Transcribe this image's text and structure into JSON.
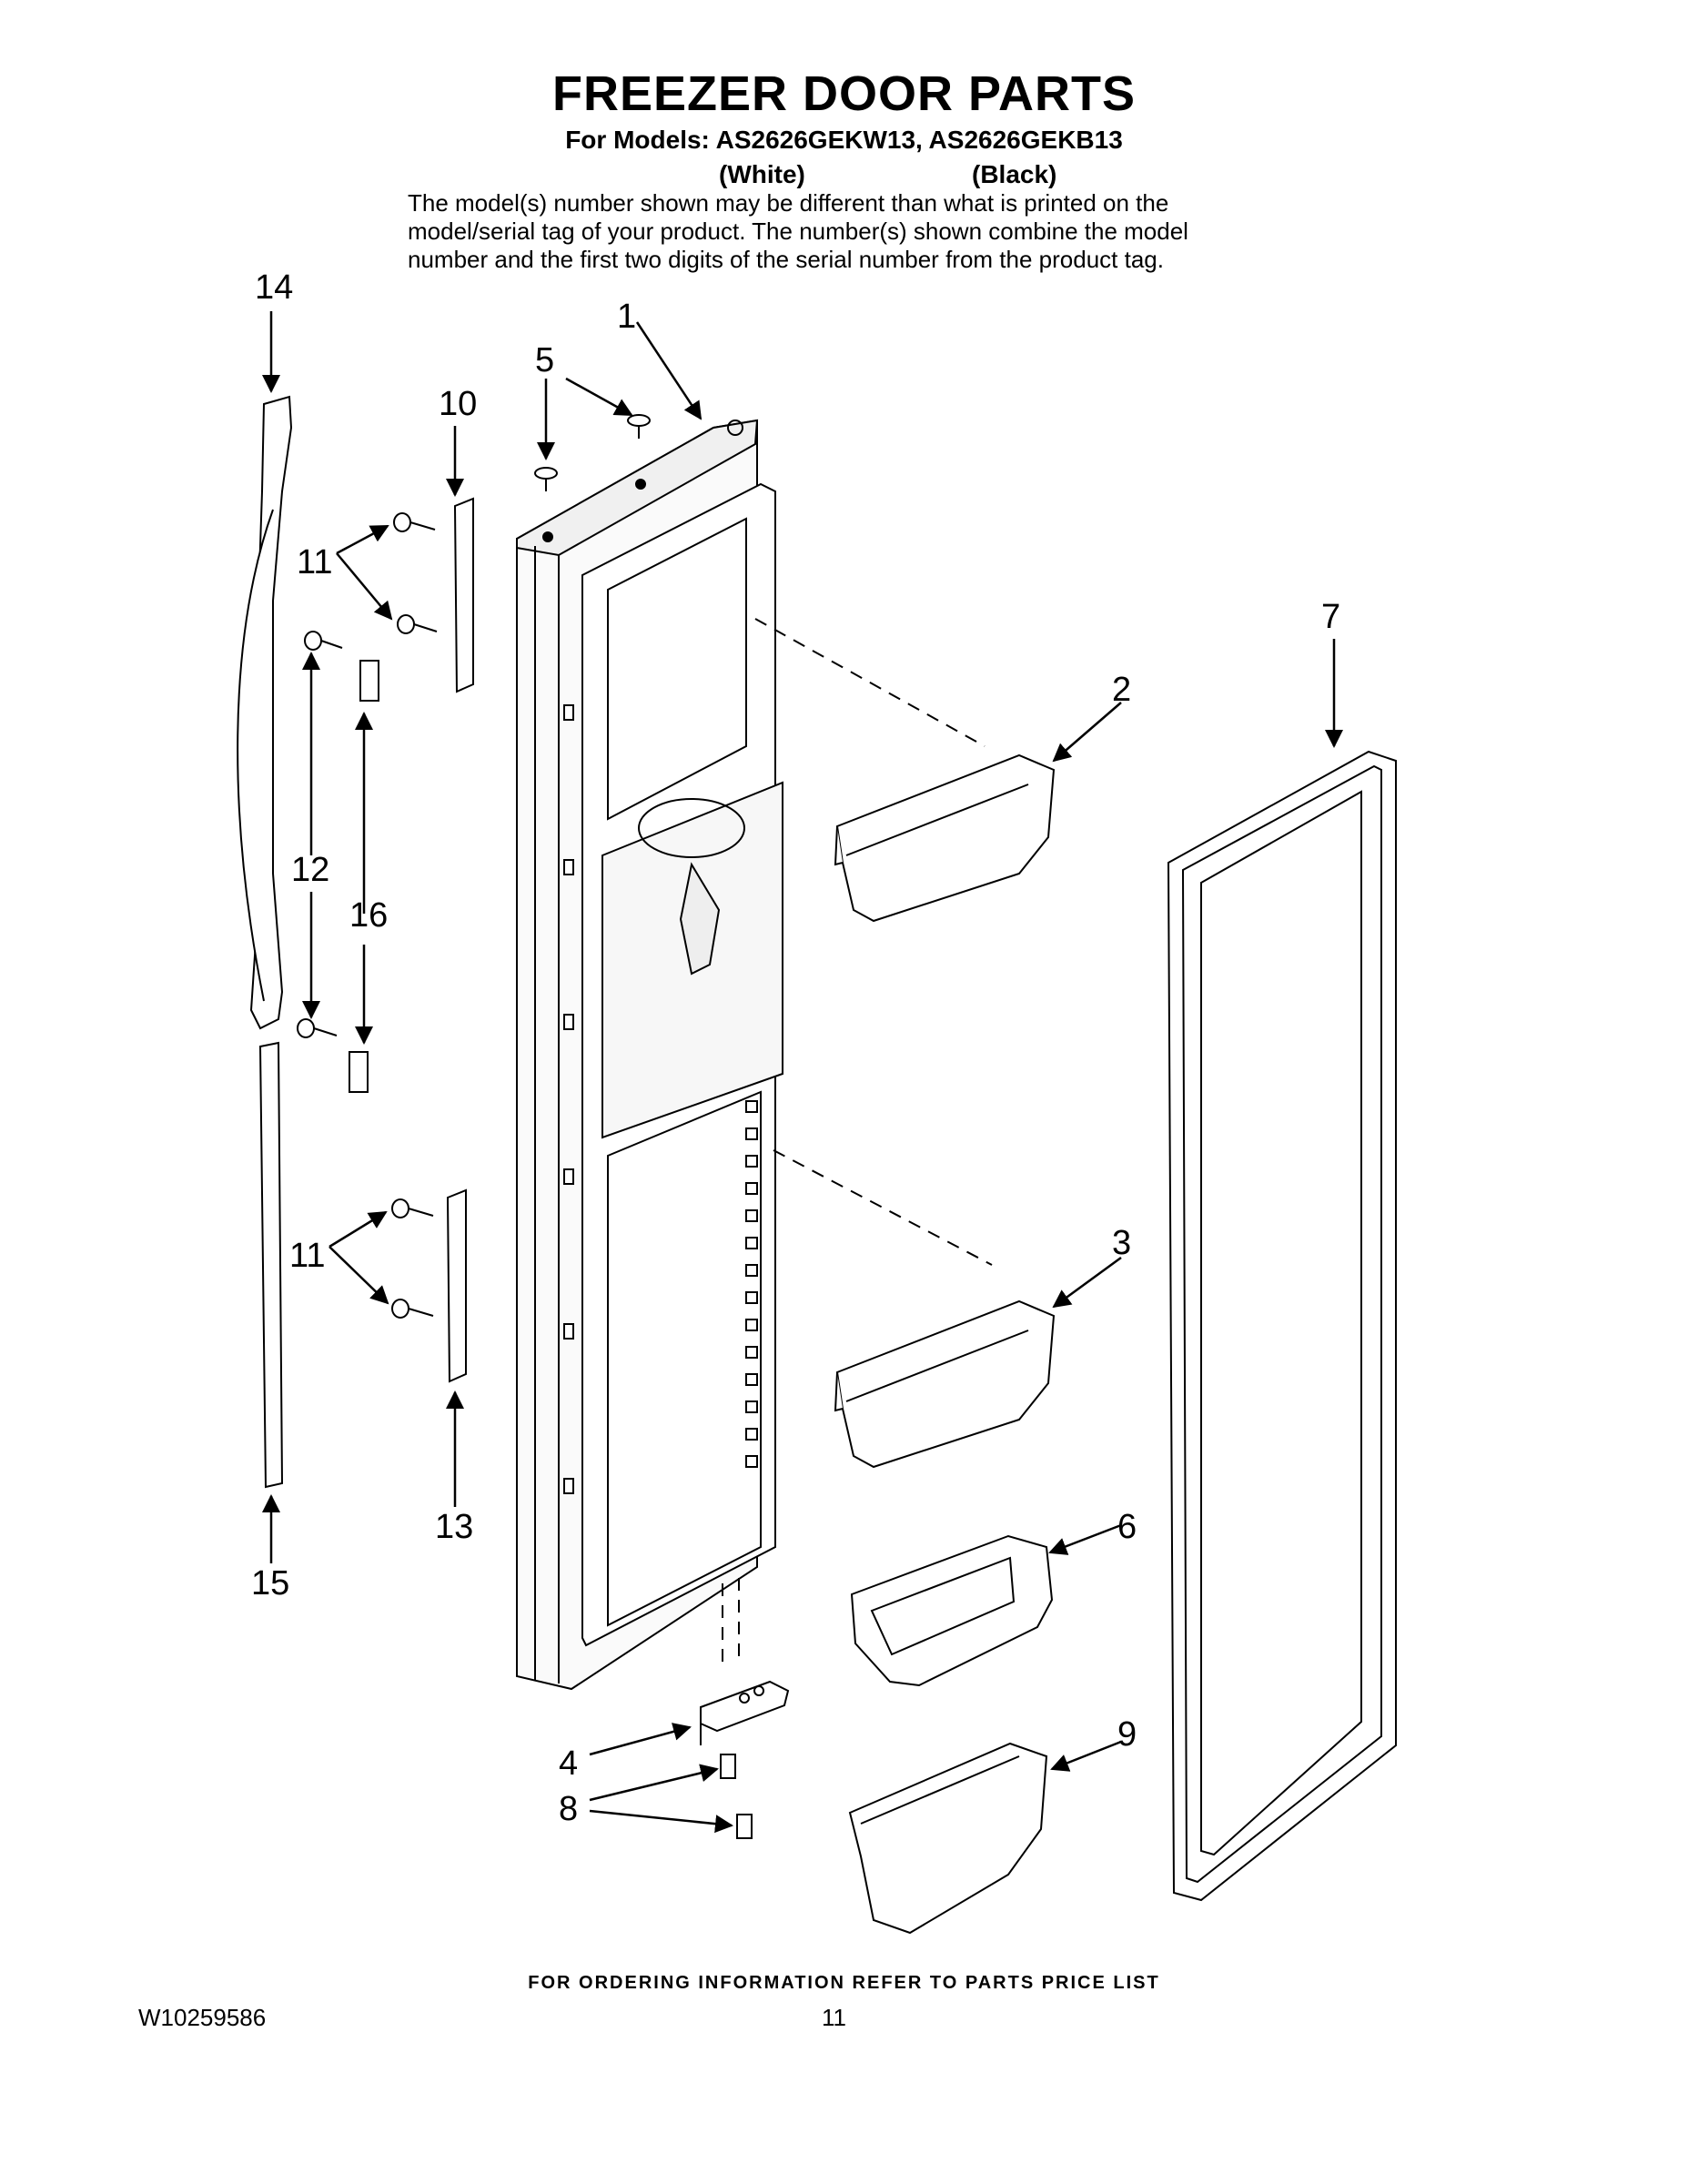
{
  "header": {
    "title": "FREEZER DOOR PARTS",
    "models": "For Models: AS2626GEKW13, AS2626GEKB13",
    "color_white": "(White)",
    "color_black": "(Black)",
    "note_lines": [
      "The model(s) number shown may be different than what is printed on the",
      "model/serial tag of your product. The number(s) shown combine the model",
      "number and the first two digits of the serial number from the product tag."
    ]
  },
  "callouts": {
    "c1": "1",
    "c2": "2",
    "c3": "3",
    "c4": "4",
    "c5": "5",
    "c6": "6",
    "c7": "7",
    "c8": "8",
    "c9": "9",
    "c10": "10",
    "c11a": "11",
    "c11b": "11",
    "c12": "12",
    "c13": "13",
    "c14": "14",
    "c15": "15",
    "c16": "16"
  },
  "footer": {
    "ordering": "FOR ORDERING INFORMATION REFER TO PARTS PRICE LIST",
    "doc_number": "W10259586",
    "page_number": "11"
  }
}
